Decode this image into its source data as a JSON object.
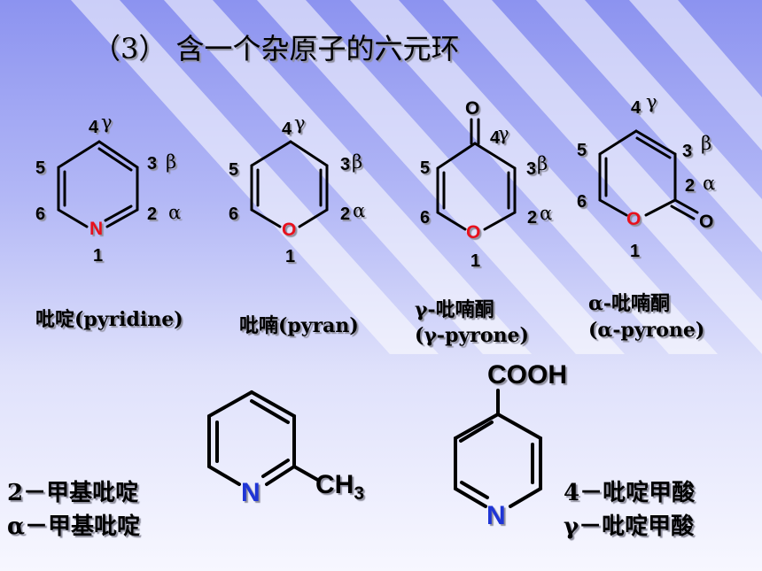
{
  "title": "（3） 含一个杂原子的六元环",
  "pyridine": {
    "pos4": "4",
    "gamma": "γ",
    "pos3": "3",
    "beta": "β",
    "pos5": "5",
    "pos6": "6",
    "pos2": "2",
    "alpha": "α",
    "heteroatom": "N",
    "pos1": "1",
    "name": "吡啶(pyridine)"
  },
  "pyran": {
    "pos4": "4",
    "gamma": "γ",
    "pos3": "3",
    "beta": "β",
    "pos5": "5",
    "pos6": "6",
    "pos2": "2",
    "alpha": "α",
    "heteroatom": "O",
    "pos1": "1",
    "name": "吡喃(pyran)"
  },
  "gamma_pyrone": {
    "oxo": "O",
    "pos4": "4",
    "gamma": "γ",
    "pos3": "3",
    "beta": "β",
    "pos5": "5",
    "pos6": "6",
    "pos2": "2",
    "alpha": "α",
    "heteroatom": "O",
    "pos1": "1",
    "name_line1": "γ-吡喃酮",
    "name_line2": "(γ-pyrone)"
  },
  "alpha_pyrone": {
    "pos4": "4",
    "gamma": "γ",
    "pos5": "5",
    "pos3": "3",
    "beta": "β",
    "pos2": "2",
    "alpha": "α",
    "pos6": "6",
    "heteroatom": "O",
    "oxo": "O",
    "pos1": "1",
    "name_line1": "α-吡喃酮",
    "name_line2": "(α-pyrone)"
  },
  "methylpyridine": {
    "name_line1": "2－甲基吡啶",
    "name_line2": "α－甲基吡啶",
    "n_label": "N",
    "substituent": "CH",
    "substituent_sub": "3"
  },
  "isonicotinic_acid": {
    "substituent": "COOH",
    "n_label": "N",
    "name_line1": "4－吡啶甲酸",
    "name_line2": "γ－吡啶甲酸"
  }
}
